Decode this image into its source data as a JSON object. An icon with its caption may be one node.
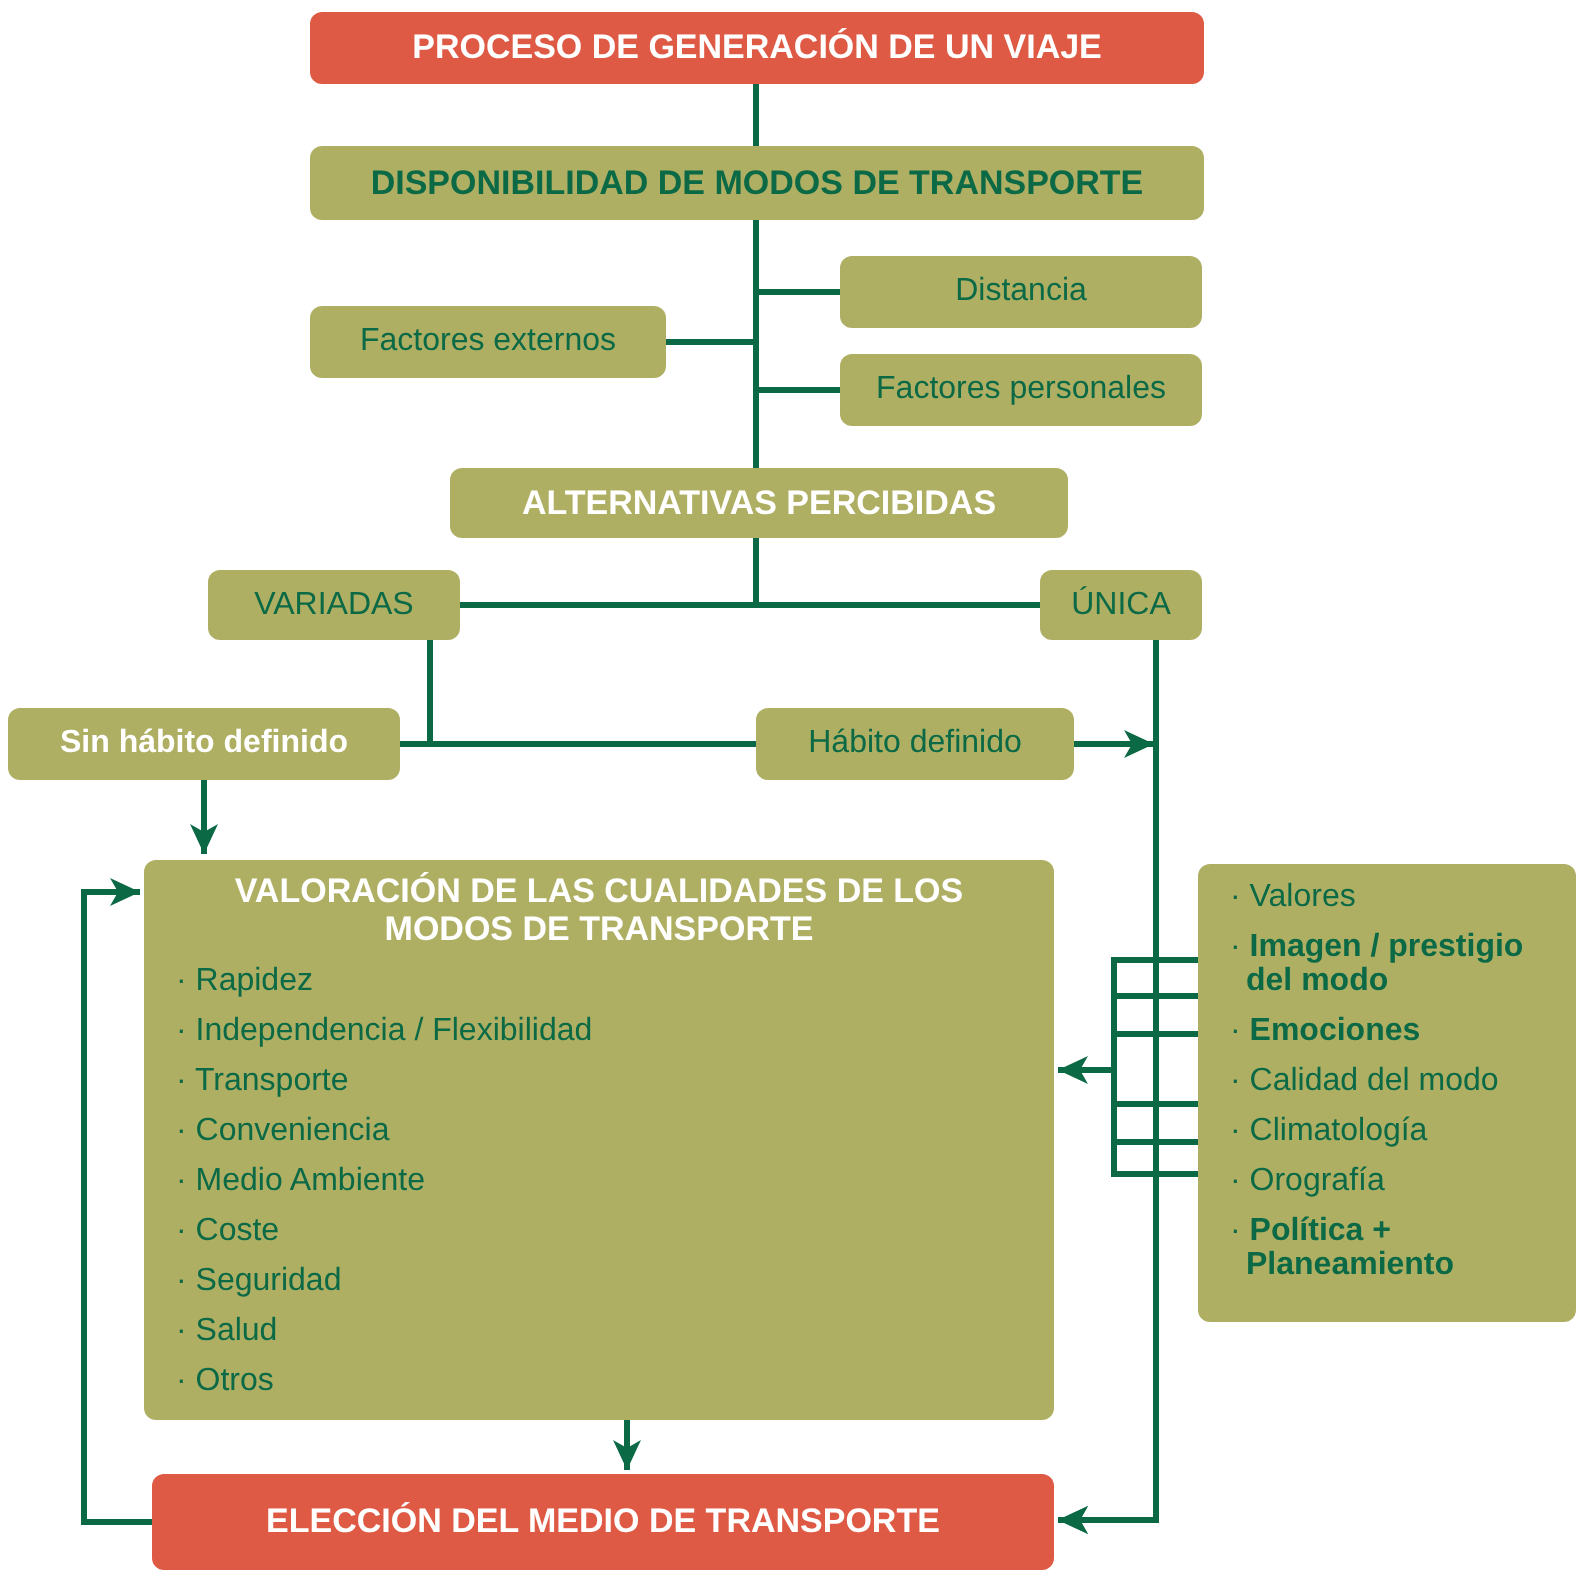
{
  "diagram": {
    "nodes": [
      {
        "text": [
          "PROCESO DE GENERACIÓN DE UN VIAJE"
        ]
      },
      {
        "text": [
          "DISPONIBILIDAD DE MODOS DE TRANSPORTE"
        ]
      },
      {
        "text": [
          "Distancia"
        ]
      },
      {
        "text": [
          "Factores externos"
        ]
      },
      {
        "text": [
          "Factores personales"
        ]
      },
      {
        "text": [
          "ALTERNATIVAS PERCIBIDAS"
        ]
      },
      {
        "text": [
          "VARIADAS"
        ]
      },
      {
        "text": [
          "ÚNICA"
        ]
      },
      {
        "text": [
          "Sin hábito definido"
        ]
      },
      {
        "text": [
          "Hábito definido"
        ]
      },
      {
        "text": [
          "VALORACIÓN DE LAS CUALIDADES DE LOS MODOS DE TRANSPORTE",
          "· Rapidez",
          "· Independencia / Flexibilidad",
          "· Transporte",
          "· Conveniencia",
          "· Medio Ambiente",
          "· Coste",
          "· Seguridad",
          "· Salud",
          "· Otros"
        ]
      },
      {
        "text": [
          "· Valores",
          "· **Imagen / prestigio del modo**",
          "· **Emociones**",
          "· Calidad del modo",
          "· Climatología",
          "· Orografía",
          "· **Política + Planeamiento**"
        ]
      },
      {
        "text": [
          "ELECCIÓN DEL MEDIO DE TRANSPORTE"
        ]
      }
    ],
    "edges": [
      {
        "from": 0,
        "to": 1,
        "arrow": "none"
      },
      {
        "from": 1,
        "to": 2,
        "arrow": "none"
      },
      {
        "from": 1,
        "to": 3,
        "arrow": "none"
      },
      {
        "from": 1,
        "to": 4,
        "arrow": "none"
      },
      {
        "from": 1,
        "to": 5,
        "arrow": "none"
      },
      {
        "from": 5,
        "to": 6,
        "arrow": "none"
      },
      {
        "from": 5,
        "to": 7,
        "arrow": "none"
      },
      {
        "from": 6,
        "to": 8,
        "arrow": "none"
      },
      {
        "from": 6,
        "to": 9,
        "arrow": "none"
      },
      {
        "from": 9,
        "to": 12,
        "arrow": "to"
      },
      {
        "from": 7,
        "to": 12,
        "arrow": "to"
      },
      {
        "from": 8,
        "to": 10,
        "arrow": "to"
      },
      {
        "from": 11,
        "to": 10,
        "arrow": "to"
      },
      {
        "from": 10,
        "to": 12,
        "arrow": "to"
      },
      {
        "from": 12,
        "to": 10,
        "arrow": "to"
      }
    ]
  }
}
